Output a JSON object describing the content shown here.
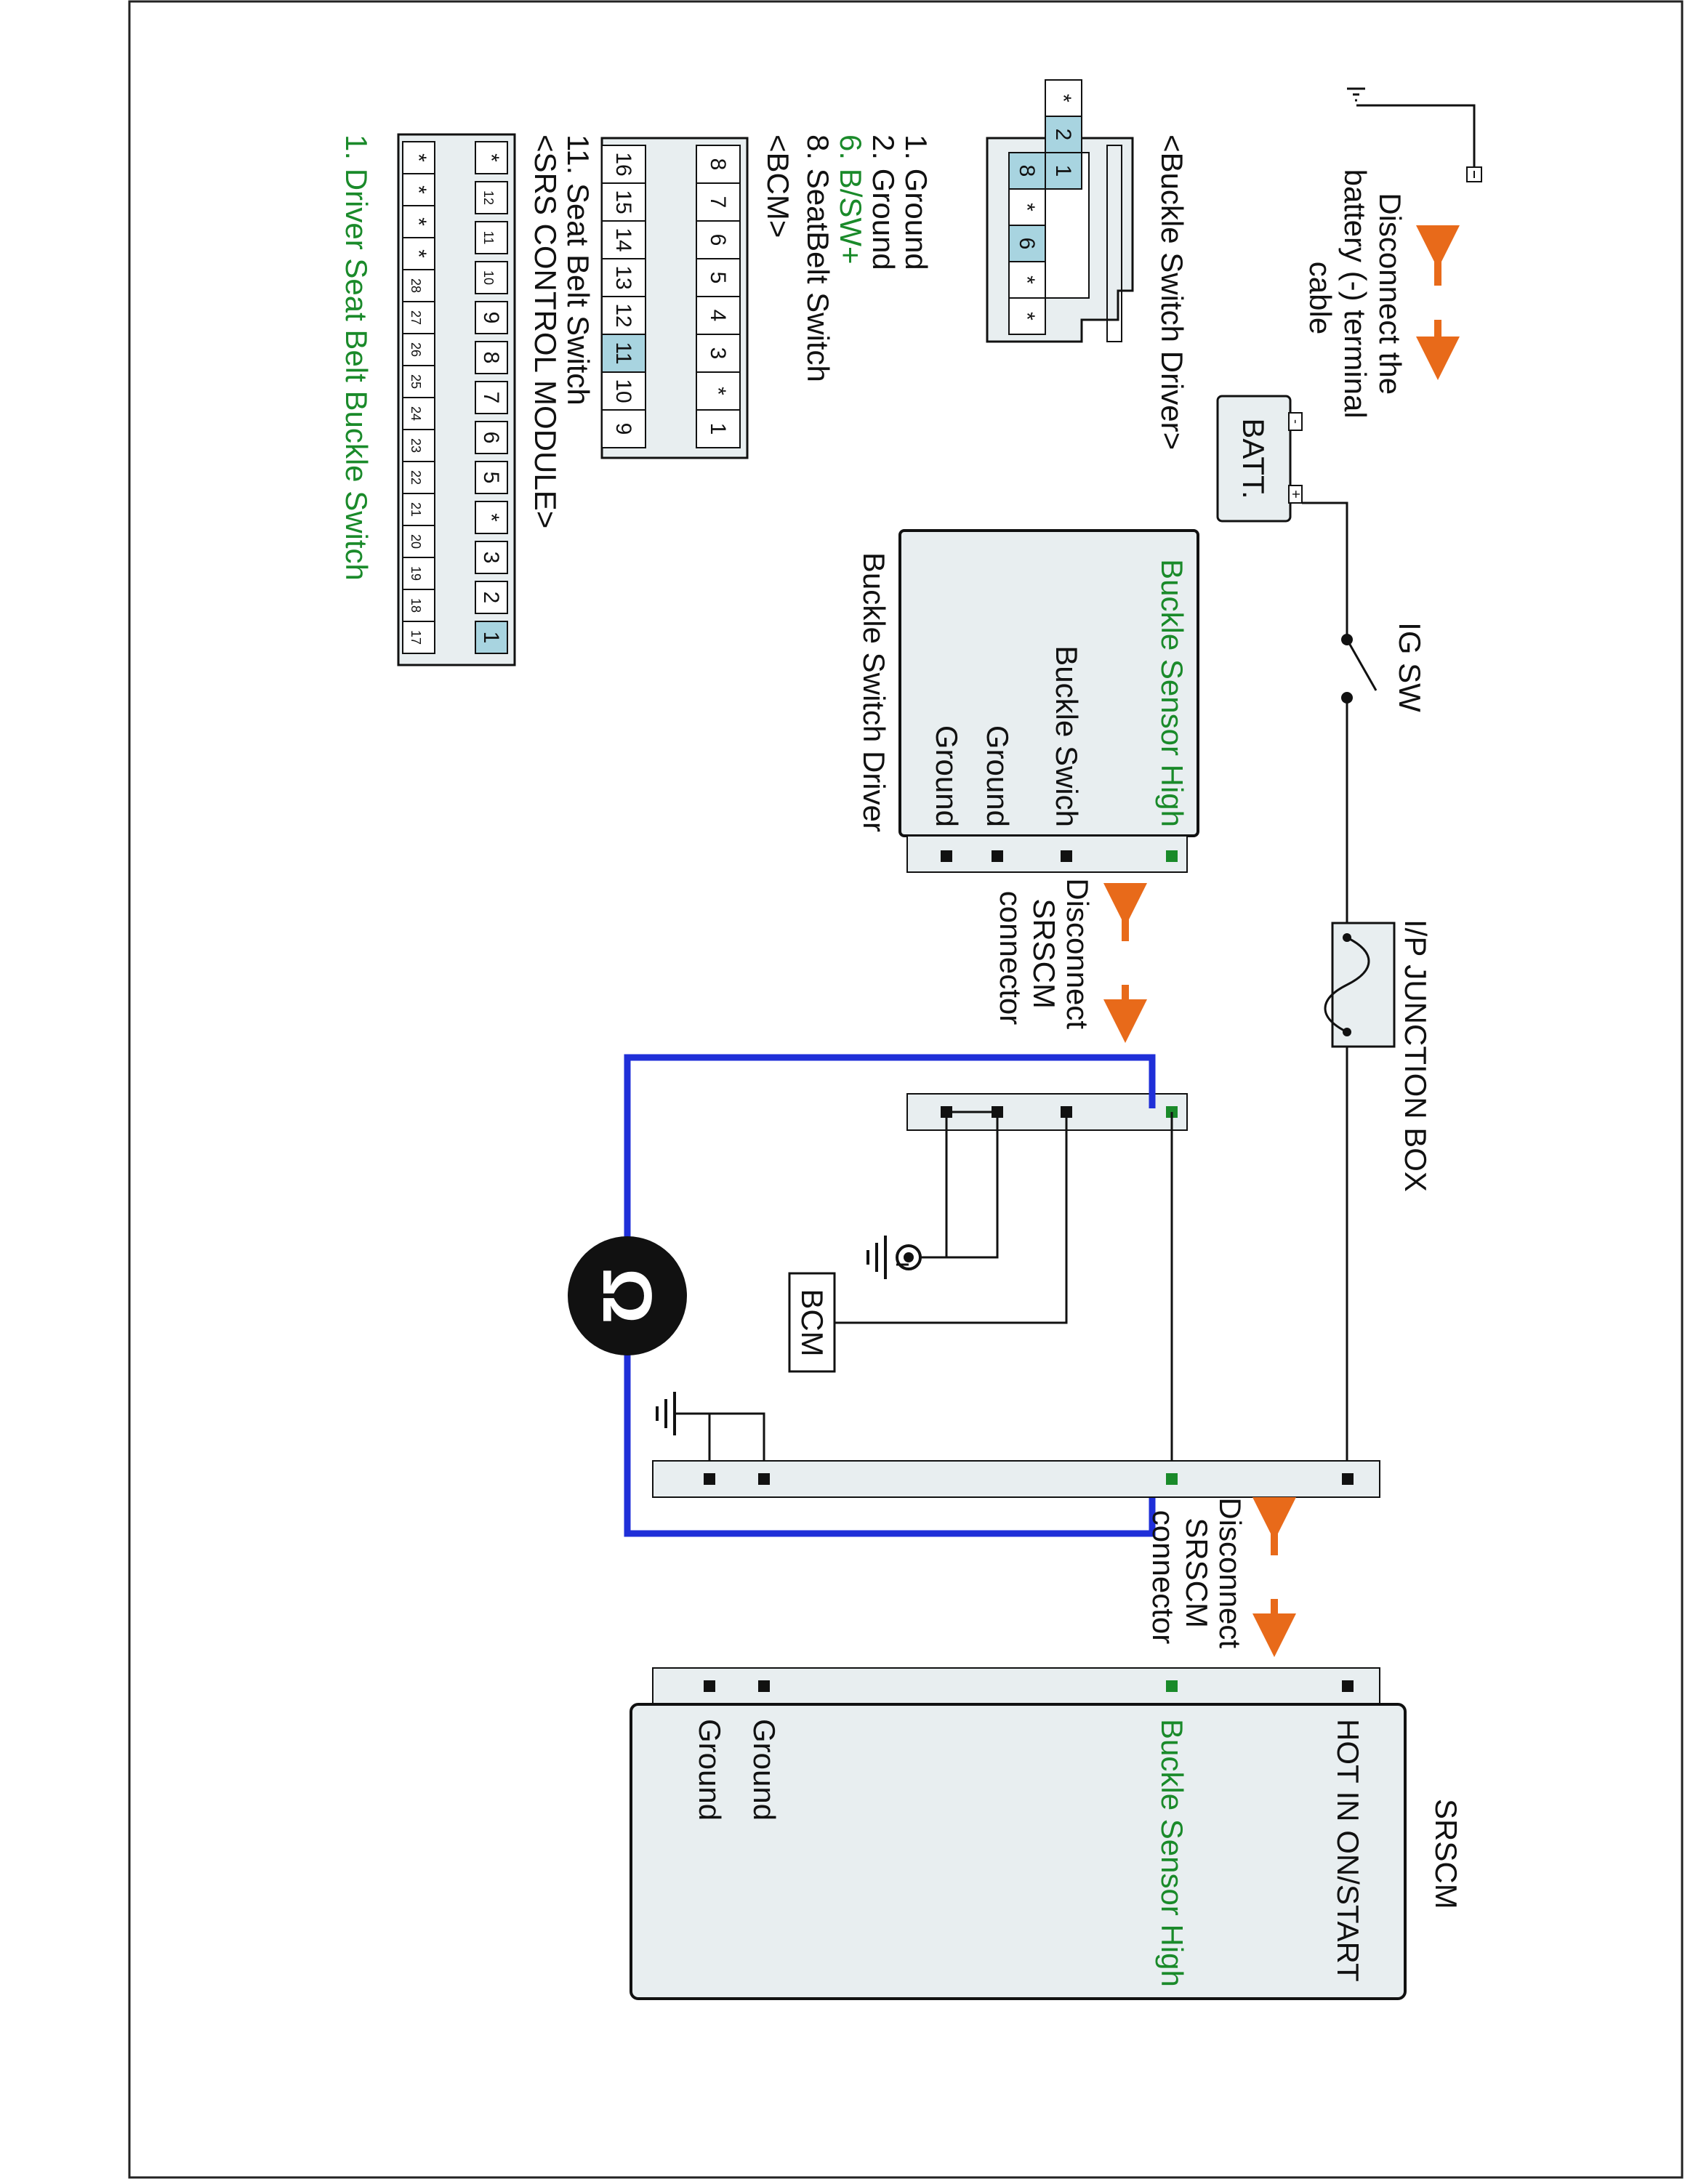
{
  "frame": {
    "border_color": "#222222"
  },
  "colors": {
    "green": "#1a8a2a",
    "orange": "#e86a1a",
    "blue": "#1f2fd8",
    "box_fill": "#e8eef0",
    "pin_blue": "#a8d4e0"
  },
  "texts": {
    "disconnect_battery": [
      "Disconnect the",
      "battery (-) terminal",
      "cable"
    ],
    "batt": "BATT.",
    "batt_neg": "-",
    "batt_pos": "+",
    "ig_sw": "IG SW",
    "ip_junction_box": "I/P JUNCTION BOX",
    "disconnect_srscm_top": [
      "Disconnect",
      "SRSCM",
      "connector"
    ],
    "disconnect_srscm_right": [
      "Disconnect",
      "SRSCM",
      "connector"
    ],
    "buckle_switch_driver_title": "Buckle Switch Driver",
    "buckle_pins": [
      "Buckle Sensor High",
      "Buckle Swich",
      "Ground",
      "Ground"
    ],
    "bcm": "BCM",
    "ohm": "Ω",
    "srscm_title": "SRSCM",
    "srscm_pins": [
      "HOT IN ON/START",
      "Buckle Sensor High",
      "Ground",
      "Ground"
    ]
  },
  "legend": {
    "buckle_switch_header": "<Buckle Switch Driver>",
    "buckle_switch_items": [
      "1. Ground",
      "2. Ground",
      "6. B/SW+",
      "8. SeatBelt Switch"
    ],
    "buckle_switch_green_index": 2,
    "buckle_connector_rows": [
      [
        "*",
        "2",
        "1"
      ],
      [
        "8",
        "*",
        "6",
        "*",
        "*"
      ]
    ],
    "bcm_header": "<BCM>",
    "bcm_items": [
      "11. Seat Belt Switch"
    ],
    "bcm_connector_rows": [
      [
        "8",
        "7",
        "6",
        "5",
        "4",
        "3",
        "*",
        "1"
      ],
      [
        "16",
        "15",
        "14",
        "13",
        "12",
        "11",
        "10",
        "9"
      ]
    ],
    "srs_header": "<SRS CONTROL MODULE>",
    "srs_items": [
      "1. Driver Seat Belt Buckle Switch"
    ],
    "srs_connector_rows": [
      [
        "*",
        "12",
        "11",
        "10",
        "9",
        "8",
        "7",
        "6",
        "5",
        "*",
        "3",
        "2",
        "1"
      ],
      [
        "*",
        "*",
        "*",
        "*",
        "28",
        "27",
        "26",
        "25",
        "24",
        "23",
        "22",
        "21",
        "20",
        "19",
        "18",
        "17"
      ]
    ]
  }
}
